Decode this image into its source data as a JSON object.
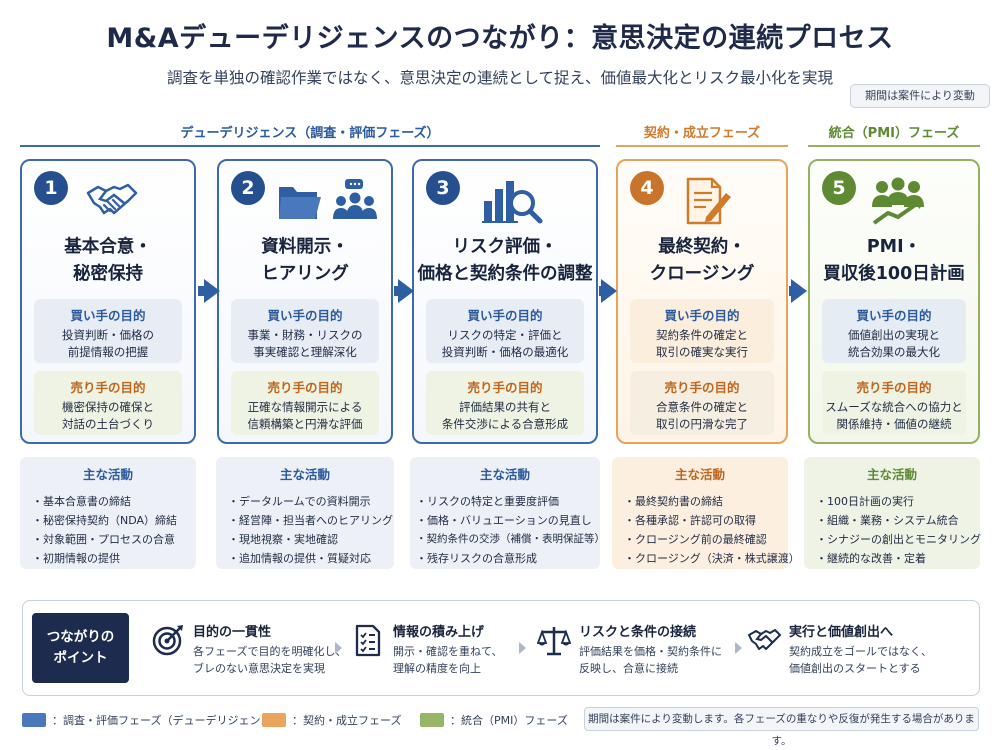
{
  "title": "M&Aデューデリジェンスのつながり：意思決定の連続プロセス",
  "subtitle": "調査を単独の確認作業ではなく、意思決定の連続として捉え、価値最大化とリスク最小化を実現",
  "period_badge": "期間は案件により変動",
  "phases": {
    "dd": "デューデリジェンス（調査・評価フェーズ）",
    "contract": "契約・成立フェーズ",
    "pmi": "統合（PMI）フェーズ"
  },
  "colors": {
    "blue": "#2e5fa3",
    "orange": "#e8a35a",
    "green": "#94b262",
    "navy": "#1d2b4e"
  },
  "steps": [
    {
      "num": "1",
      "icon": "handshake-icon",
      "title_lines": [
        "基本合意・",
        "秘密保持"
      ],
      "buyer_head": "買い手の目的",
      "buyer_lines": [
        "投資判断・価格の",
        "前提情報の把握"
      ],
      "seller_head": "売り手の目的",
      "seller_lines": [
        "機密保持の確保と",
        "対話の土台づくり"
      ],
      "activities_head": "主な活動",
      "activities": [
        "基本合意書の締結",
        "秘密保持契約（NDA）締結",
        "対象範囲・プロセスの合意",
        "初期情報の提供"
      ]
    },
    {
      "num": "2",
      "icon": "folder-people-icon",
      "title_lines": [
        "資料開示・",
        "ヒアリング"
      ],
      "buyer_head": "買い手の目的",
      "buyer_lines": [
        "事業・財務・リスクの",
        "事実確認と理解深化"
      ],
      "seller_head": "売り手の目的",
      "seller_lines": [
        "正確な情報開示による",
        "信頼構築と円滑な評価"
      ],
      "activities_head": "主な活動",
      "activities": [
        "データルームでの資料開示",
        "経営陣・担当者へのヒアリング",
        "現地視察・実地確認",
        "追加情報の提供・質疑対応"
      ]
    },
    {
      "num": "3",
      "icon": "chart-magnifier-icon",
      "title_lines": [
        "リスク評価・",
        "価格と契約条件の調整"
      ],
      "buyer_head": "買い手の目的",
      "buyer_lines": [
        "リスクの特定・評価と",
        "投資判断・価格の最適化"
      ],
      "seller_head": "売り手の目的",
      "seller_lines": [
        "評価結果の共有と",
        "条件交渉による合意形成"
      ],
      "activities_head": "主な活動",
      "activities": [
        "リスクの特定と重要度評価",
        "価格・バリュエーションの見直し",
        "契約条件の交渉（補償・表明保証等）",
        "残存リスクの合意形成"
      ]
    },
    {
      "num": "4",
      "icon": "contract-pen-icon",
      "title_lines": [
        "最終契約・",
        "クロージング"
      ],
      "buyer_head": "買い手の目的",
      "buyer_lines": [
        "契約条件の確定と",
        "取引の確実な実行"
      ],
      "seller_head": "売り手の目的",
      "seller_lines": [
        "合意条件の確定と",
        "取引の円滑な完了"
      ],
      "activities_head": "主な活動",
      "activities": [
        "最終契約書の締結",
        "各種承認・許認可の取得",
        "クロージング前の最終確認",
        "クロージング（決済・株式譲渡）"
      ]
    },
    {
      "num": "5",
      "icon": "team-growth-icon",
      "title_lines": [
        "PMI・",
        "買収後100日計画"
      ],
      "buyer_head": "買い手の目的",
      "buyer_lines": [
        "価値創出の実現と",
        "統合効果の最大化"
      ],
      "seller_head": "売り手の目的",
      "seller_lines": [
        "スムーズな統合への協力と",
        "関係維持・価値の継続"
      ],
      "activities_head": "主な活動",
      "activities": [
        "100日計画の実行",
        "組織・業務・システム統合",
        "シナジーの創出とモニタリング",
        "継続的な改善・定着"
      ]
    }
  ],
  "links": {
    "badge_lines": [
      "つながりの",
      "ポイント"
    ],
    "items": [
      {
        "icon": "target-icon",
        "title": "目的の一貫性",
        "lines": [
          "各フェーズで目的を明確化し、",
          "ブレのない意思決定を実現"
        ]
      },
      {
        "icon": "checklist-icon",
        "title": "情報の積み上げ",
        "lines": [
          "開示・確認を重ねて、",
          "理解の精度を向上"
        ]
      },
      {
        "icon": "scale-icon",
        "title": "リスクと条件の接続",
        "lines": [
          "評価結果を価格・契約条件に",
          "反映し、合意に接続"
        ]
      },
      {
        "icon": "handshake-icon",
        "title": "実行と価値創出へ",
        "lines": [
          "契約成立をゴールではなく、",
          "価値創出のスタートとする"
        ]
      }
    ]
  },
  "legend": {
    "blue": "：調査・評価フェーズ（デューデリジェンス）",
    "orange": "：契約・成立フェーズ",
    "green": "：統合（PMI）フェーズ",
    "note": "期間は案件により変動します。各フェーズの重なりや反復が発生する場合があります。"
  }
}
